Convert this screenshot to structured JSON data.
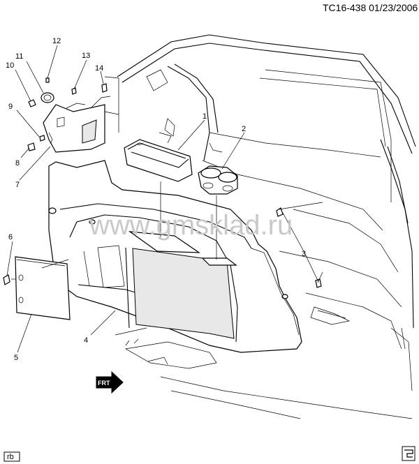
{
  "header": {
    "ref": "TC16-438  01/23/2006"
  },
  "watermark": "www.gmsklad.ru",
  "corner_code": "rb",
  "direction_badge": "FRT",
  "callouts": [
    "1",
    "2",
    "3",
    "4",
    "5",
    "6",
    "7",
    "8",
    "9",
    "10",
    "11",
    "12",
    "13",
    "14"
  ]
}
